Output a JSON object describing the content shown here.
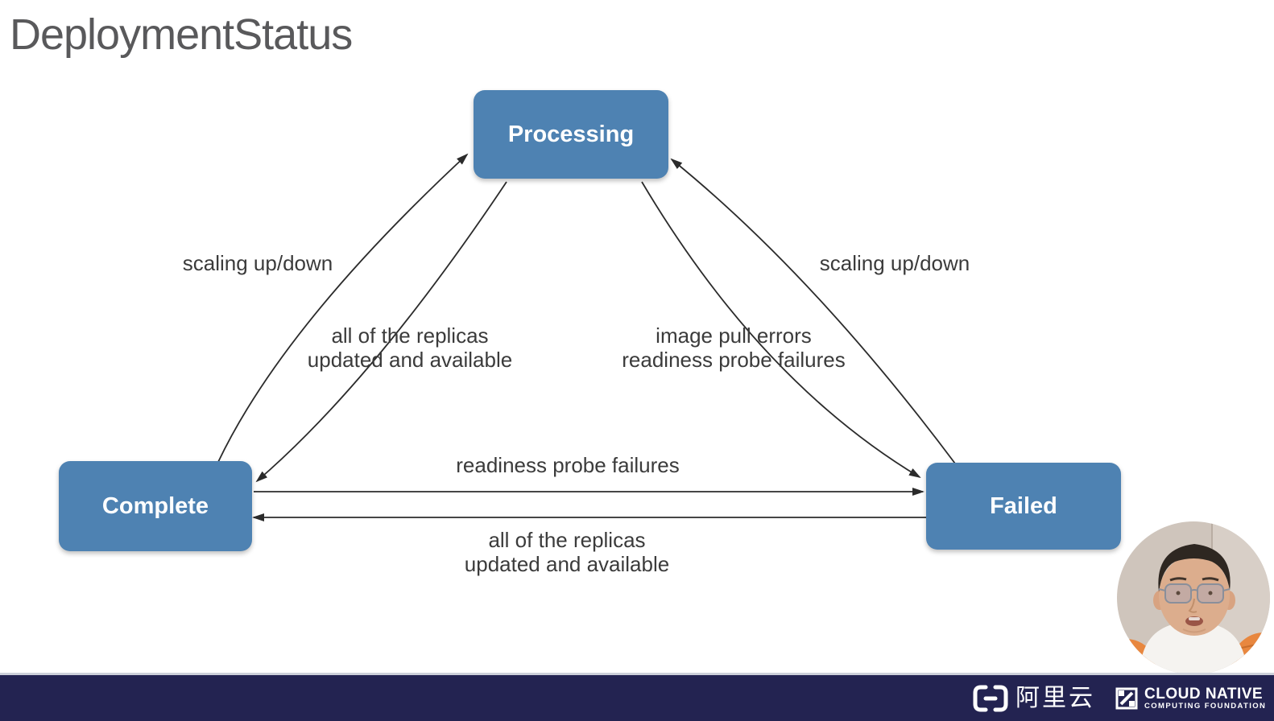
{
  "title": "DeploymentStatus",
  "diagram": {
    "nodes": [
      {
        "id": "processing",
        "label": "Processing"
      },
      {
        "id": "complete",
        "label": "Complete"
      },
      {
        "id": "failed",
        "label": "Failed"
      }
    ],
    "edges": [
      {
        "from": "complete",
        "to": "processing",
        "label_lines": [
          "scaling up/down"
        ]
      },
      {
        "from": "processing",
        "to": "complete",
        "label_lines": [
          "all of the replicas",
          "updated and available"
        ]
      },
      {
        "from": "processing",
        "to": "failed",
        "label_lines": [
          "image pull errors",
          "readiness probe failures"
        ]
      },
      {
        "from": "failed",
        "to": "processing",
        "label_lines": [
          "scaling up/down"
        ]
      },
      {
        "from": "complete",
        "to": "failed",
        "label_lines": [
          "readiness probe failures"
        ]
      },
      {
        "from": "failed",
        "to": "complete",
        "label_lines": [
          "all of the replicas",
          "updated and available"
        ]
      }
    ]
  },
  "footer": {
    "alibaba_cloud": {
      "label": "阿里云"
    },
    "cncf": {
      "line1": "CLOUD NATIVE",
      "line2": "COMPUTING FOUNDATION"
    }
  },
  "colors": {
    "node_fill": "#4e82b2",
    "node_text": "#ffffff",
    "arrow": "#2b2b2b",
    "label_text": "#3b3b3b",
    "title_text": "#59595b",
    "footer_background": "#232351",
    "footer_text": "#ffffff"
  }
}
